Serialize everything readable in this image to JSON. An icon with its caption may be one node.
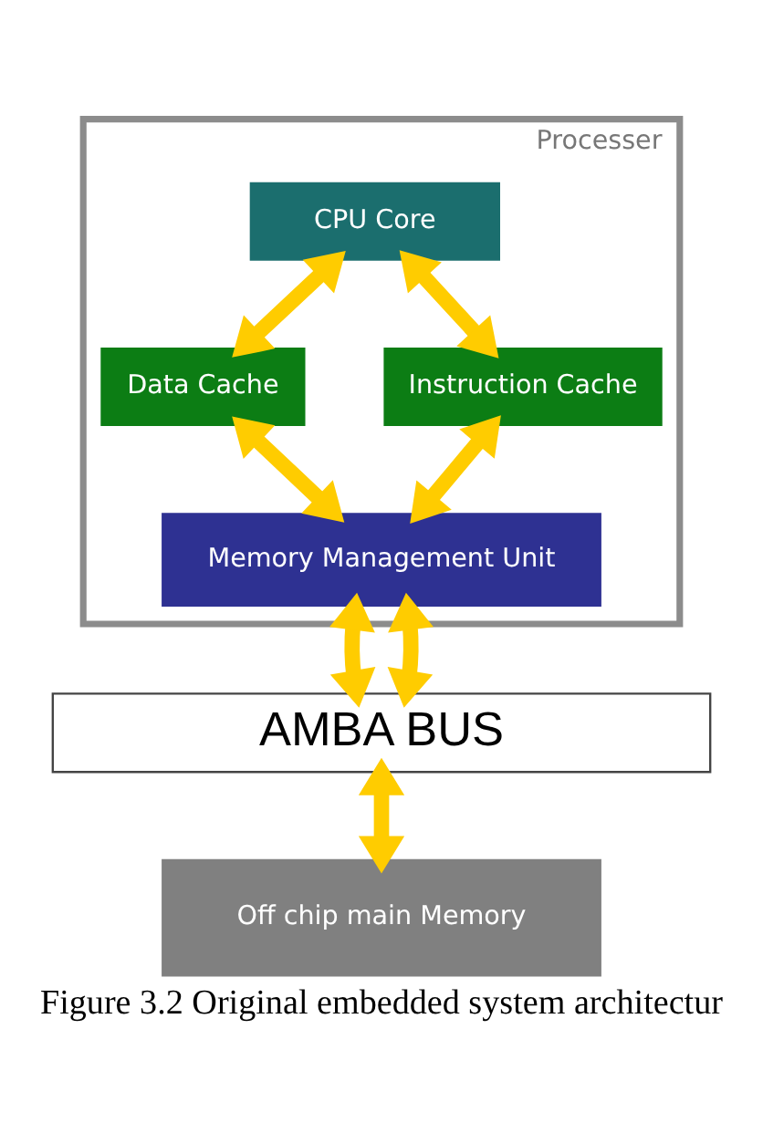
{
  "diagram": {
    "caption": "Figure 3.2 Original embedded system architectur",
    "nodes": [
      {
        "text": [
          "Processer"
        ]
      },
      {
        "text": [
          "CPU Core"
        ],
        "in": 0
      },
      {
        "text": [
          "Data Cache"
        ],
        "in": 0
      },
      {
        "text": [
          "Instruction Cache"
        ],
        "in": 0
      },
      {
        "text": [
          "Memory Management Unit"
        ],
        "in": 0
      },
      {
        "text": [
          "AMBA BUS"
        ]
      },
      {
        "text": [
          "Off chip main Memory"
        ]
      }
    ],
    "edges": [
      {
        "from": 1,
        "to": 2,
        "arrow": "both"
      },
      {
        "from": 1,
        "to": 3,
        "arrow": "both"
      },
      {
        "from": 2,
        "to": 4,
        "arrow": "both"
      },
      {
        "from": 3,
        "to": 4,
        "arrow": "both"
      },
      {
        "from": 4,
        "to": 5,
        "arrow": "both"
      },
      {
        "from": 4,
        "to": 5,
        "arrow": "both"
      },
      {
        "from": 5,
        "to": 6,
        "arrow": "both"
      }
    ]
  }
}
